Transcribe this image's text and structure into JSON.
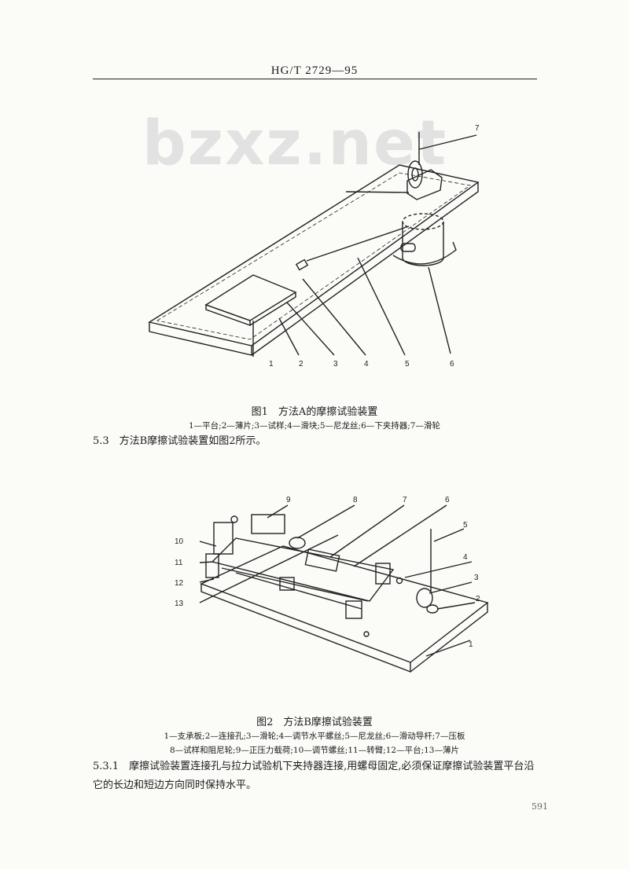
{
  "header": {
    "standard_code": "HG/T 2729—95",
    "watermark": "bzxz.net"
  },
  "figure1": {
    "callouts": [
      "1",
      "2",
      "3",
      "4",
      "5",
      "6",
      "7"
    ],
    "caption": "图1　方法A的摩擦试验装置",
    "legend": "1—平台;2—薄片;3—试样;4—滑块;5—尼龙丝;6—下夹持器;7—滑轮"
  },
  "section_5_3": "5.3　方法B摩擦试验装置如图2所示。",
  "figure2": {
    "callouts": [
      "1",
      "2",
      "3",
      "4",
      "5",
      "6",
      "7",
      "8",
      "9",
      "10",
      "11",
      "12",
      "13"
    ],
    "caption": "图2　方法B摩擦试验装置",
    "legend_line1": "1—支承板;2—连接孔;3—滑轮;4—调节水平螺丝;5—尼龙丝;6—滑动导杆;7—压板",
    "legend_line2": "8—试样和阻尼轮;9—正压力载荷;10—调节螺丝;11—转臂;12—平台;13—薄片"
  },
  "section_5_3_1": {
    "line1": "5.3.1　摩擦试验装置连接孔与拉力试验机下夹持器连接,用螺母固定,必须保证摩擦试验装置平台沿",
    "line2": "它的长边和短边方向同时保持水平。"
  },
  "page_number": "591"
}
